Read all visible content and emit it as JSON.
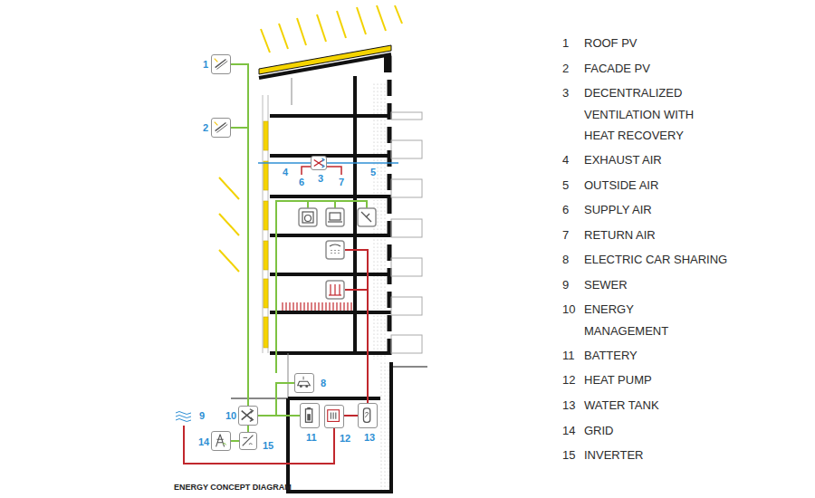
{
  "diagram": {
    "caption": "ENERGY CONCEPT DIAGRAM",
    "nodes": [
      {
        "text": [
          "1"
        ]
      },
      {
        "text": [
          "2"
        ]
      },
      {
        "text": [
          "3"
        ]
      },
      {
        "text": [
          "8"
        ]
      },
      {
        "text": [
          "9"
        ]
      },
      {
        "text": [
          "10"
        ]
      },
      {
        "text": [
          "11"
        ]
      },
      {
        "text": [
          "12"
        ]
      },
      {
        "text": [
          "13"
        ]
      },
      {
        "text": [
          "14"
        ]
      },
      {
        "text": [
          "15"
        ]
      }
    ],
    "edges": [
      {
        "from": 0,
        "to": 5,
        "arrow": "none"
      },
      {
        "from": 1,
        "to": 5,
        "arrow": "none"
      },
      {
        "from": 5,
        "to": 3,
        "arrow": "none"
      },
      {
        "from": 5,
        "to": 6,
        "arrow": "none"
      },
      {
        "from": 5,
        "to": 10,
        "arrow": "none"
      },
      {
        "from": 10,
        "to": 9,
        "arrow": "none"
      },
      {
        "from": 4,
        "to": 7,
        "arrow": "none"
      },
      {
        "from": 7,
        "to": 8,
        "arrow": "none"
      }
    ],
    "labels": [
      "4",
      "5",
      "6",
      "7",
      "1",
      "ROOF PV",
      "2",
      "FACADE PV",
      "3",
      "DECENTRALIZED VENTILATION WITH HEAT RECOVERY",
      "4",
      "EXHAUST AIR",
      "5",
      "OUTSIDE AIR",
      "6",
      "SUPPLY AIR",
      "7",
      "RETURN AIR",
      "8",
      "ELECTRIC CAR SHARING",
      "9",
      "SEWER",
      "10",
      "ENERGY MANAGEMENT",
      "11",
      "BATTERY",
      "12",
      "HEAT PUMP",
      "13",
      "WATER TANK",
      "14",
      "GRID",
      "15",
      "INVERTER"
    ]
  }
}
